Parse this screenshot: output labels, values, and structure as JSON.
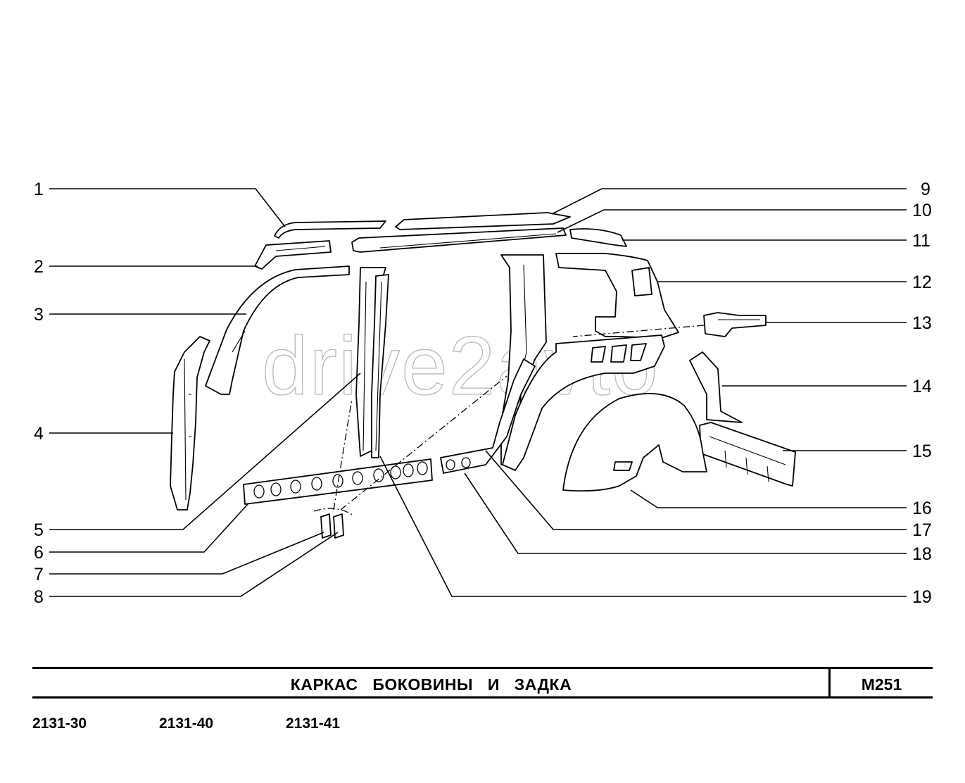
{
  "diagram": {
    "watermark": "drive2avto",
    "callouts": {
      "c1": "1",
      "c2": "2",
      "c3": "3",
      "c4": "4",
      "c5": "5",
      "c6": "6",
      "c7": "7",
      "c8": "8",
      "c9": "9",
      "c10": "10",
      "c11": "11",
      "c12": "12",
      "c13": "13",
      "c14": "14",
      "c15": "15",
      "c16": "16",
      "c17": "17",
      "c18": "18",
      "c19": "19"
    }
  },
  "title_block": {
    "title": "КАРКАС БОКОВИНЫ И ЗАДКА",
    "page_code": "M251"
  },
  "models": [
    "2131-30",
    "2131-40",
    "2131-41"
  ]
}
